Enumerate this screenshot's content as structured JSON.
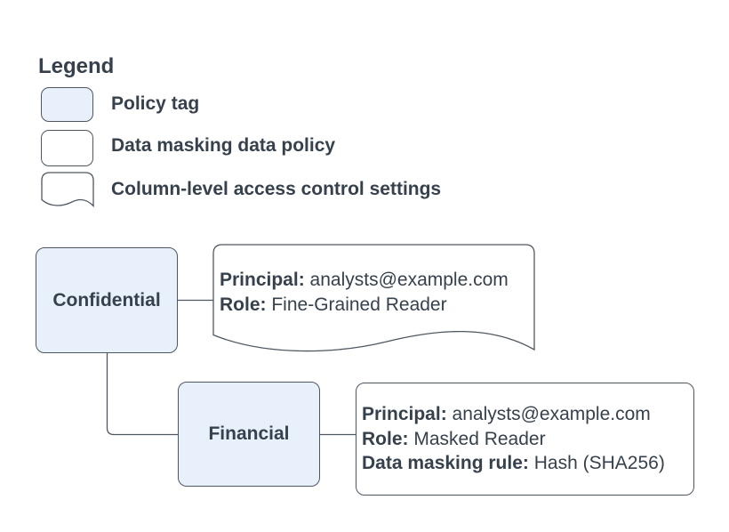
{
  "colors": {
    "background": "#FFFFFF",
    "policy_tag_fill": "#E8F0FB",
    "shape_fill": "#FFFFFF",
    "stroke": "#4E5761",
    "text": "#36414D"
  },
  "legend": {
    "title": "Legend",
    "items": [
      {
        "id": "policy-tag",
        "label": "Policy tag"
      },
      {
        "id": "data-masking-data-policy",
        "label": "Data masking data policy"
      },
      {
        "id": "column-level-access-control-settings",
        "label": "Column-level access control settings"
      }
    ]
  },
  "diagram": {
    "confidential_tag": {
      "label": "Confidential"
    },
    "financial_tag": {
      "label": "Financial"
    },
    "access_control_settings": {
      "lines": [
        {
          "label": "Principal:",
          "value": "analysts@example.com"
        },
        {
          "label": "Role:",
          "value": "Fine-Grained Reader"
        }
      ]
    },
    "data_masking_policy": {
      "lines": [
        {
          "label": "Principal:",
          "value": "analysts@example.com"
        },
        {
          "label": "Role:",
          "value": "Masked Reader"
        },
        {
          "label": "Data masking rule:",
          "value": "Hash (SHA256)"
        }
      ]
    }
  }
}
